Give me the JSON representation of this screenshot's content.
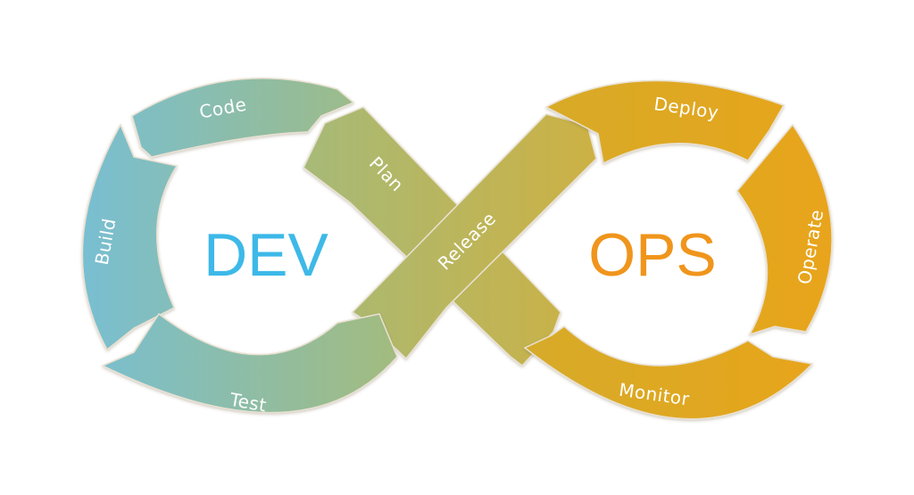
{
  "diagram": {
    "colors": {
      "dev_start": "#76bfd6",
      "dev_end": "#a4bb7b",
      "x_left": "#a6ba78",
      "x_right": "#cdb143",
      "ops_start": "#d6ab2a",
      "ops_end": "#e9a419",
      "dev_text": "#3db9e8",
      "ops_text": "#f0951c",
      "segment_outline": "#e9e1d2",
      "label_text": "#ffffff"
    },
    "left_loop": {
      "title": "DEV",
      "stages": [
        "Code",
        "Build",
        "Test"
      ]
    },
    "crossing": {
      "stages": [
        "Plan",
        "Release"
      ]
    },
    "right_loop": {
      "title": "OPS",
      "stages": [
        "Deploy",
        "Operate",
        "Monitor"
      ]
    }
  }
}
